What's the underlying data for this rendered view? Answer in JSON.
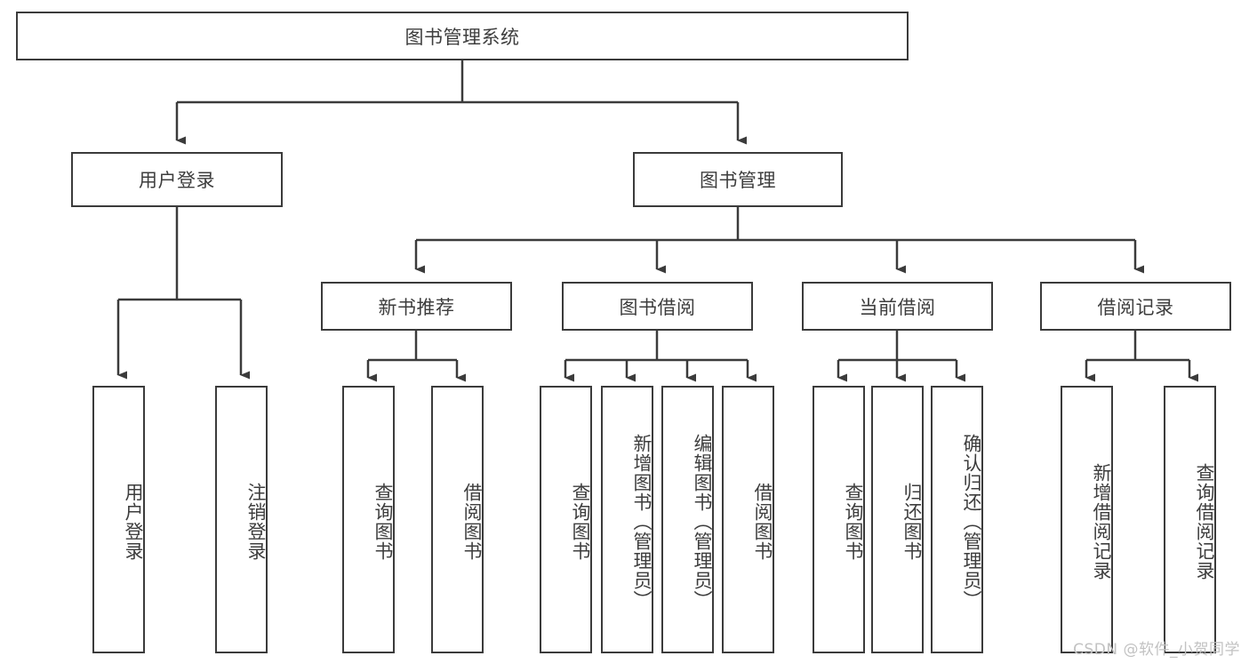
{
  "diagram": {
    "type": "tree-hierarchy-chart",
    "title": "图书管理系统",
    "line_color": "#3b3b3b",
    "box_fill": "#ffffff",
    "text_color": "#3d3d3d",
    "watermark": "CSDN @软件_小贺同学",
    "levels": [
      {
        "level": 1,
        "nodes": [
          {
            "id": "root",
            "label": "图书管理系统",
            "orientation": "horizontal"
          }
        ]
      },
      {
        "level": 2,
        "nodes": [
          {
            "id": "login",
            "label": "用户登录",
            "orientation": "horizontal",
            "parent": "root"
          },
          {
            "id": "bookmgmt",
            "label": "图书管理",
            "orientation": "horizontal",
            "parent": "root"
          }
        ]
      },
      {
        "level": 3,
        "nodes": [
          {
            "id": "newbook",
            "label": "新书推荐",
            "orientation": "horizontal",
            "parent": "bookmgmt"
          },
          {
            "id": "borrow",
            "label": "图书借阅",
            "orientation": "horizontal",
            "parent": "bookmgmt"
          },
          {
            "id": "current",
            "label": "当前借阅",
            "orientation": "horizontal",
            "parent": "bookmgmt"
          },
          {
            "id": "record",
            "label": "借阅记录",
            "orientation": "horizontal",
            "parent": "bookmgmt"
          }
        ]
      },
      {
        "level": 4,
        "nodes": [
          {
            "id": "leaf1",
            "label": "用户登录",
            "orientation": "vertical",
            "parent": "login"
          },
          {
            "id": "leaf2",
            "label": "注销登录",
            "orientation": "vertical",
            "parent": "login"
          },
          {
            "id": "leaf3",
            "label": "查询图书",
            "orientation": "vertical",
            "parent": "newbook"
          },
          {
            "id": "leaf4",
            "label": "借阅图书",
            "orientation": "vertical",
            "parent": "newbook"
          },
          {
            "id": "leaf5",
            "label": "查询图书",
            "orientation": "vertical",
            "parent": "borrow"
          },
          {
            "id": "leaf6",
            "label": "新增图书（管理员）",
            "orientation": "vertical",
            "parent": "borrow"
          },
          {
            "id": "leaf7",
            "label": "编辑图书（管理员）",
            "orientation": "vertical",
            "parent": "borrow"
          },
          {
            "id": "leaf8",
            "label": "借阅图书",
            "orientation": "vertical",
            "parent": "borrow"
          },
          {
            "id": "leaf9",
            "label": "查询图书",
            "orientation": "vertical",
            "parent": "current"
          },
          {
            "id": "leaf10",
            "label": "归还图书",
            "orientation": "vertical",
            "parent": "current"
          },
          {
            "id": "leaf11",
            "label": "确认归还（管理员）",
            "orientation": "vertical",
            "parent": "current"
          },
          {
            "id": "leaf12",
            "label": "新增借阅记录",
            "orientation": "vertical",
            "parent": "record"
          },
          {
            "id": "leaf13",
            "label": "查询借阅记录",
            "orientation": "vertical",
            "parent": "record"
          }
        ]
      }
    ]
  }
}
